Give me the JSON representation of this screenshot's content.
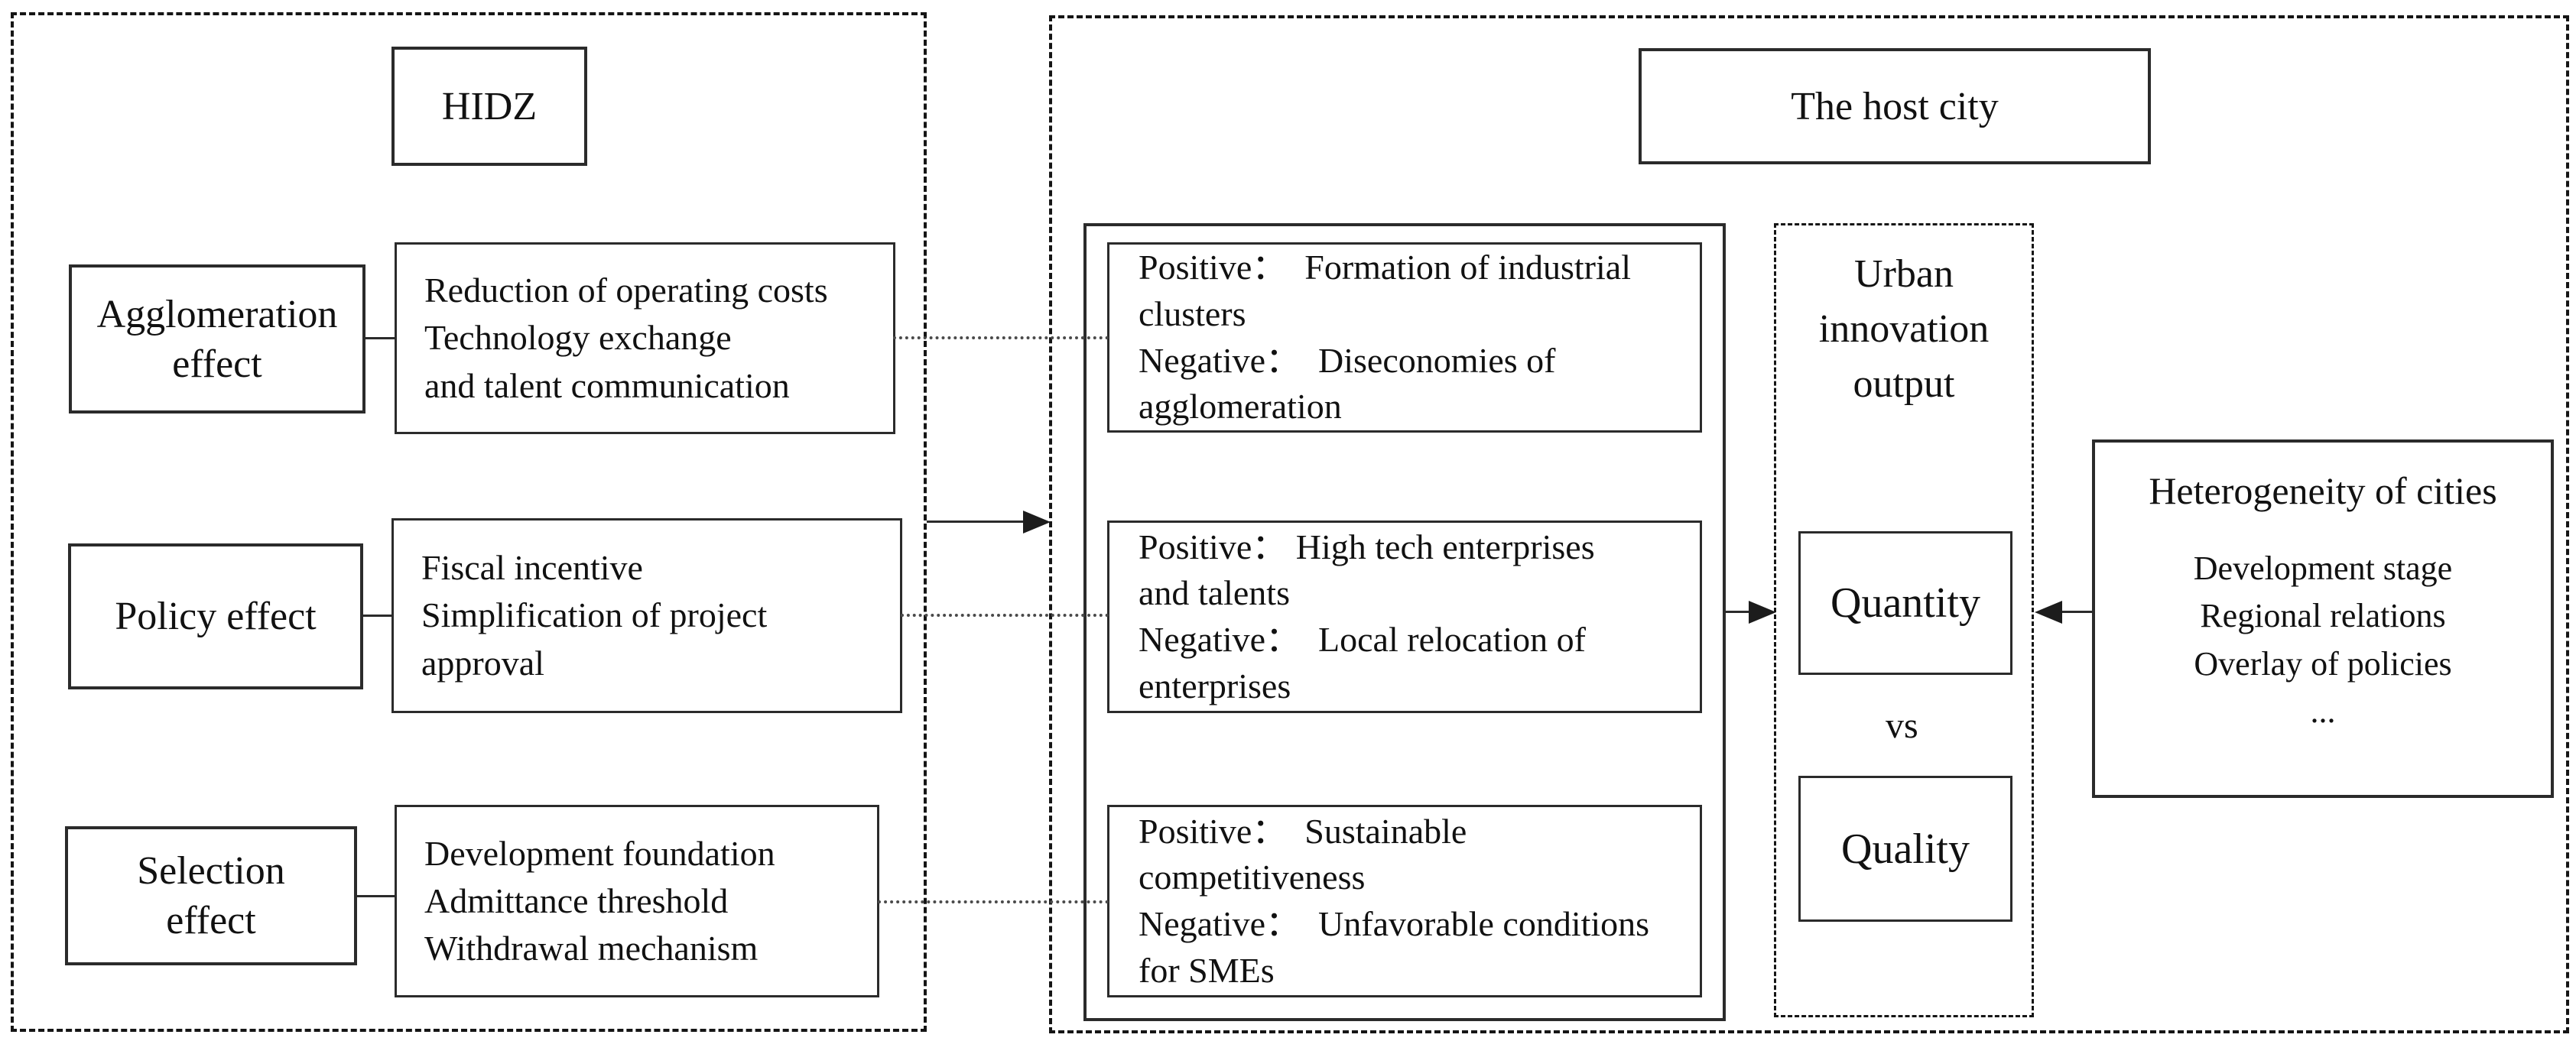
{
  "hidz": {
    "title": "HIDZ",
    "effects": [
      {
        "label": "Agglomeration\neffect",
        "desc": "Reduction of operating costs\nTechnology exchange\nand talent communication"
      },
      {
        "label": "Policy effect",
        "desc": "Fiscal incentive\nSimplification of project\napproval"
      },
      {
        "label": "Selection\neffect",
        "desc": "Development foundation\nAdmittance threshold\nWithdrawal mechanism"
      }
    ]
  },
  "host_city": {
    "title": "The host city",
    "impacts": [
      "Positive：  Formation of industrial\nclusters\nNegative：  Diseconomies of\nagglomeration",
      "Positive： High tech enterprises\nand talents\nNegative：  Local relocation of\nenterprises",
      "Positive：  Sustainable\ncompetitiveness\nNegative：  Unfavorable conditions\nfor SMEs"
    ]
  },
  "output": {
    "title": "Urban\ninnovation\noutput",
    "quantity": "Quantity",
    "vs": "vs",
    "quality": "Quality"
  },
  "heterogeneity": {
    "title": "Heterogeneity of cities",
    "items": "Development stage\nRegional relations\nOverlay of policies\n..."
  }
}
